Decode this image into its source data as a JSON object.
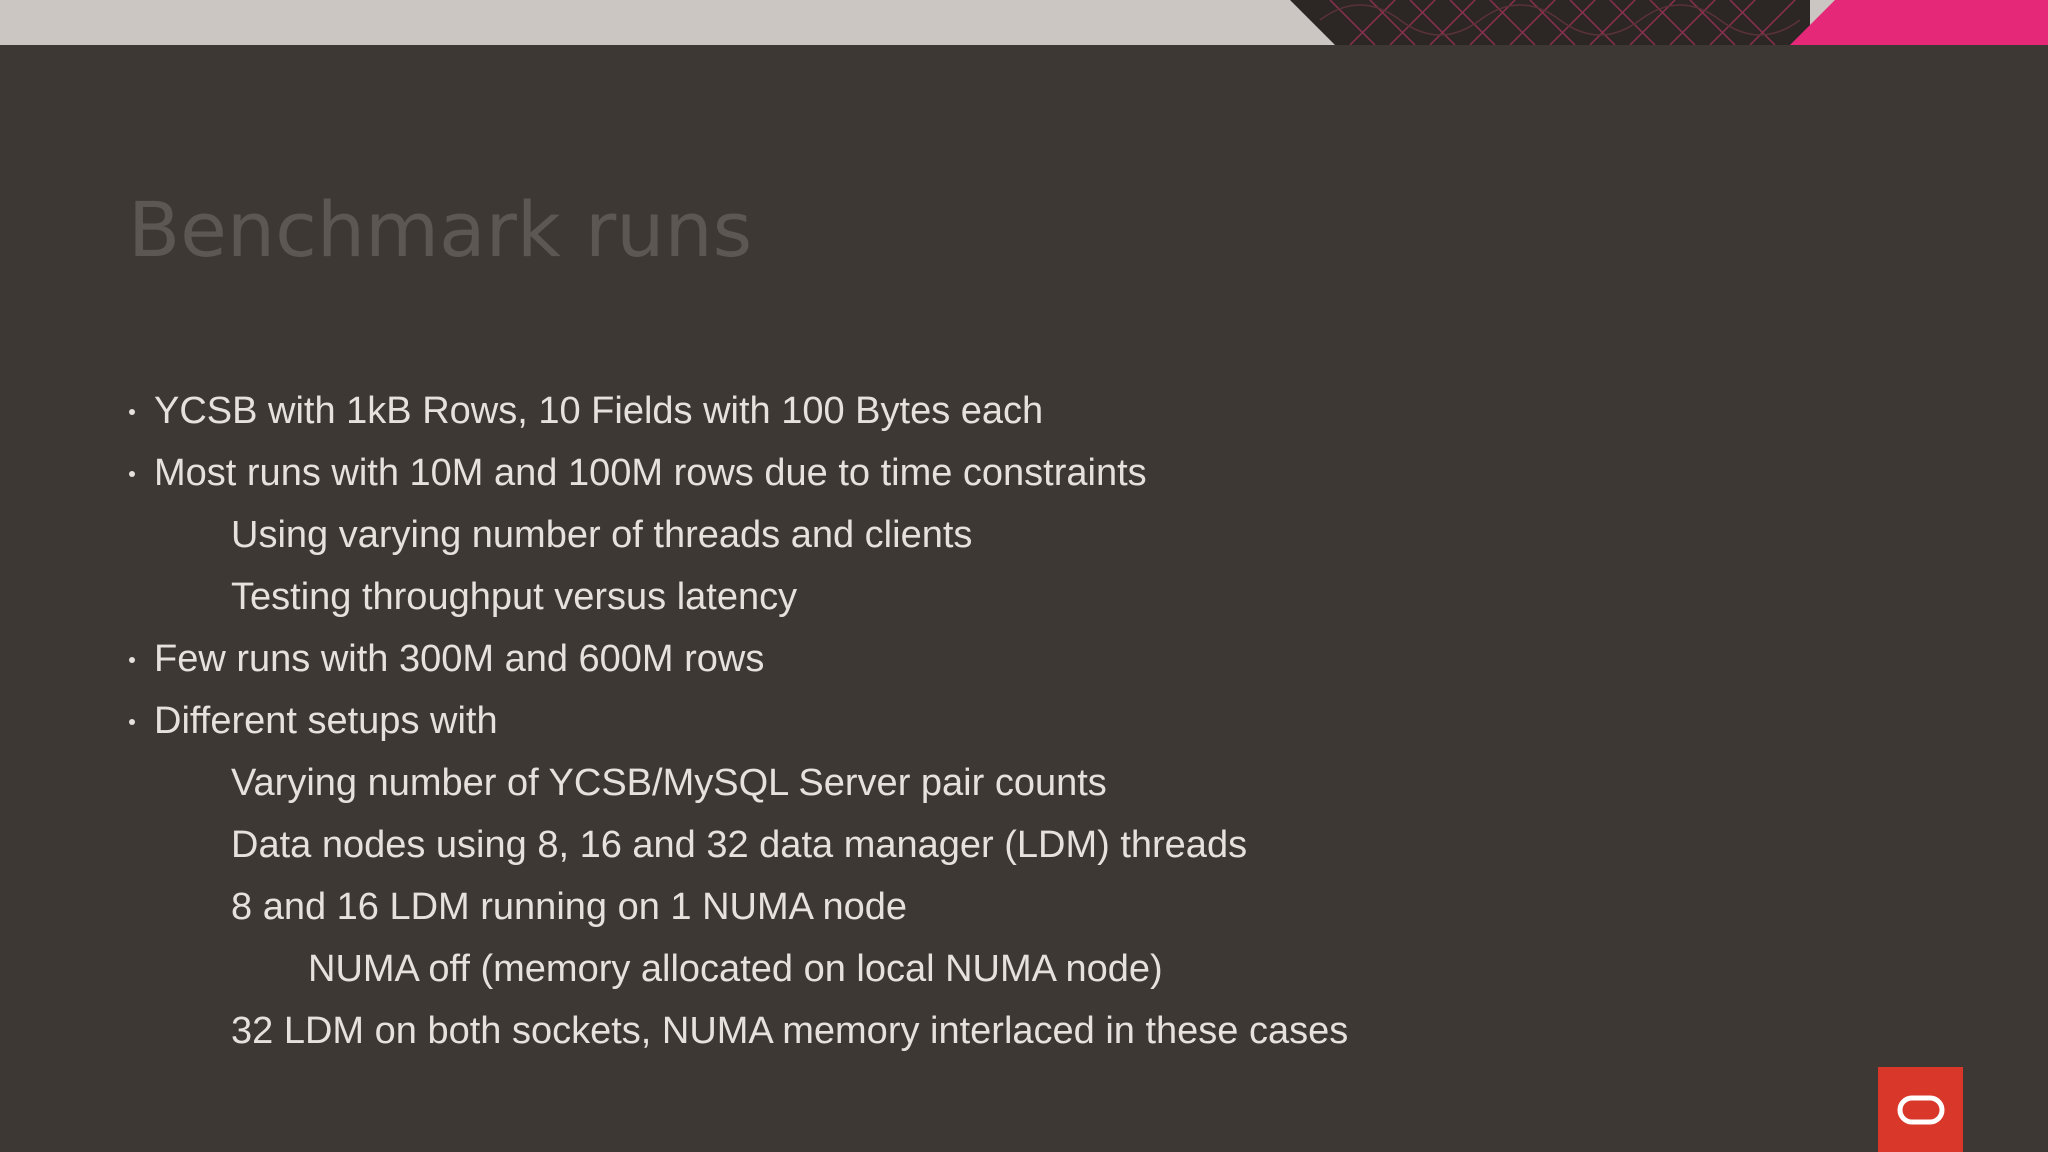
{
  "slide": {
    "title": "Benchmark runs"
  },
  "bullets": [
    {
      "level": 1,
      "text": "YCSB with 1kB Rows, 10 Fields with 100 Bytes each"
    },
    {
      "level": 1,
      "text": "Most runs with 10M and 100M rows due to time constraints"
    },
    {
      "level": 2,
      "text": "Using varying number of threads and clients"
    },
    {
      "level": 2,
      "text": "Testing throughput versus latency"
    },
    {
      "level": 1,
      "text": "Few runs with 300M and 600M rows"
    },
    {
      "level": 1,
      "text": "Different setups with"
    },
    {
      "level": 2,
      "text": "Varying number of YCSB/MySQL Server pair counts"
    },
    {
      "level": 2,
      "text": "Data nodes using 8, 16 and 32 data manager (LDM) threads"
    },
    {
      "level": 2,
      "text": "8 and 16 LDM running on 1 NUMA node"
    },
    {
      "level": 3,
      "text": "NUMA off (memory allocated on local NUMA node)"
    },
    {
      "level": 2,
      "text": "32 LDM on both sockets, NUMA memory interlaced in these cases"
    }
  ],
  "decor": {
    "logo_icon": "oracle-logo-icon",
    "colors": {
      "background": "#3e3835",
      "top_band": "#cbc6c1",
      "accent_pink": "#e62878",
      "logo_red": "#d8372a"
    }
  }
}
